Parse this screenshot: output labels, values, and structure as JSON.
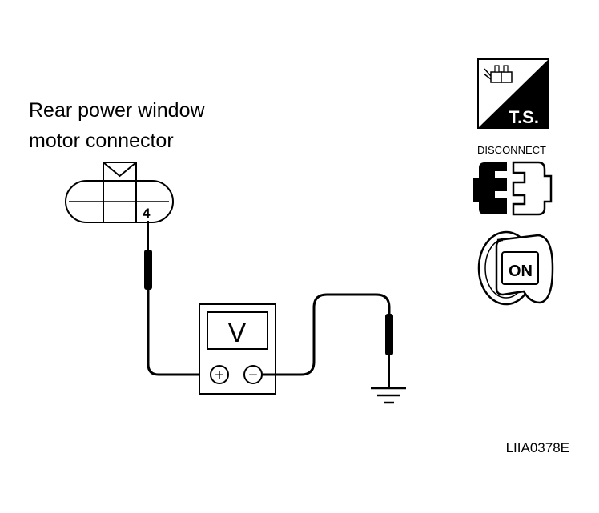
{
  "connector": {
    "title_line1": "Rear power window",
    "title_line2": "motor connector",
    "terminal": "4"
  },
  "meter": {
    "display": "V",
    "plus": "+",
    "minus": "−"
  },
  "icons": {
    "ts_label": "T.S.",
    "disconnect_label": "DISCONNECT",
    "ignition_label": "ON",
    "ts_icon": "ts-connector-icon",
    "disconnect_icon": "disconnect-connector-icon",
    "ignition_icon": "ignition-key-on-icon"
  },
  "figure_id": "LIIA0378E"
}
